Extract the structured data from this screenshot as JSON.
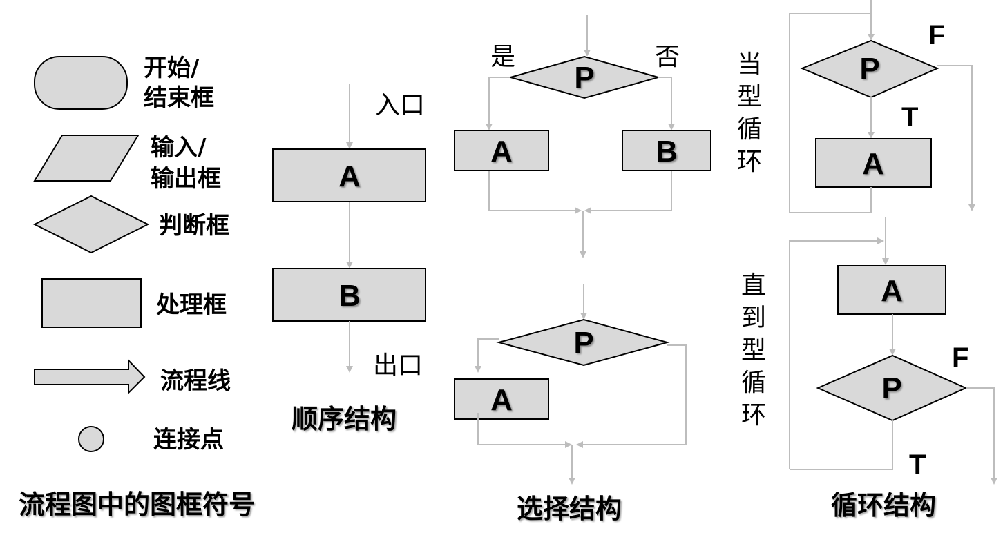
{
  "legend": {
    "terminal_label": [
      "开始/",
      "结束框"
    ],
    "io_label": [
      "输入/",
      "输出框"
    ],
    "decision_label": "判断框",
    "process_label": "处理框",
    "flowline_label": "流程线",
    "connector_label": "连接点",
    "title": "流程图中的图框符号"
  },
  "sequence": {
    "entry": "入口",
    "exit": "出口",
    "box1": "A",
    "box2": "B",
    "title": "顺序结构"
  },
  "selection": {
    "yes": "是",
    "no": "否",
    "p1": "P",
    "a1": "A",
    "b1": "B",
    "p2": "P",
    "a2": "A",
    "title": "选择结构"
  },
  "loop": {
    "while_label": [
      "当",
      "型",
      "循",
      "环"
    ],
    "until_label": [
      "直",
      "到",
      "型",
      "循",
      "环"
    ],
    "while_p": "P",
    "while_f": "F",
    "while_t": "T",
    "while_a": "A",
    "until_a": "A",
    "until_p": "P",
    "until_f": "F",
    "until_t": "T",
    "title": "循环结构"
  }
}
